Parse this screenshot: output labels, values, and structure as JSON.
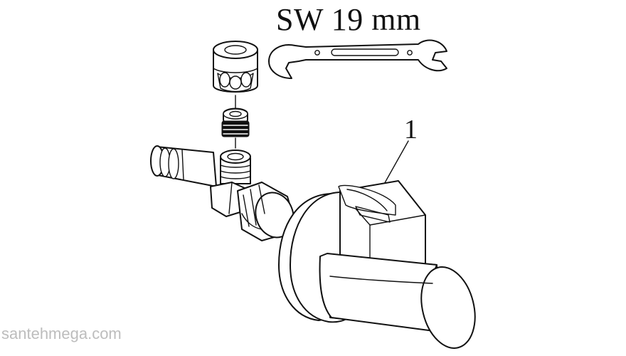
{
  "wrench_label": "SW 19 mm",
  "part_number": "1",
  "watermark": "santehmega.com"
}
